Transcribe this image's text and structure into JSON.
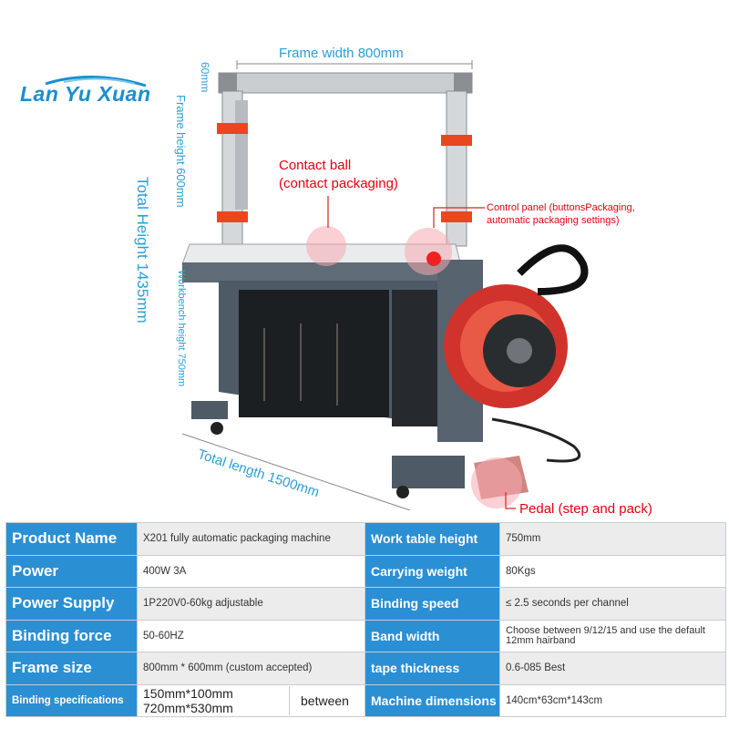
{
  "brand": {
    "logo_text": "Lan Yu Xuan"
  },
  "dimensions": {
    "frame_width": "Frame width 800mm",
    "top_60": "60mm",
    "frame_height": "Frame height 600mm",
    "total_height": "Total Height 1435mm",
    "workbench_height": "Workbench height 750mm",
    "total_length": "Total length 1500mm"
  },
  "callouts": {
    "contact_ball_1": "Contact ball",
    "contact_ball_2": "(contact packaging)",
    "control_panel_1": "Control panel (buttonsPackaging,",
    "control_panel_2": "automatic packaging settings)",
    "pedal": "Pedal (step and pack)"
  },
  "specs": {
    "rows": [
      {
        "k1": "Product Name",
        "v1": "X201 fully automatic packaging machine",
        "k2": "Work table height",
        "v2": "750mm"
      },
      {
        "k1": "Power",
        "v1": "400W 3A",
        "k2": "Carrying weight",
        "v2": "80Kgs"
      },
      {
        "k1": "Power Supply",
        "v1": "1P220V0-60kg adjustable",
        "k2": "Binding speed",
        "v2": "≤ 2.5 seconds per channel"
      },
      {
        "k1": "Binding force",
        "v1": "50-60HZ",
        "k2": "Band width",
        "v2": "Choose between 9/12/15 and use the default 12mm hairband"
      },
      {
        "k1": "Frame size",
        "v1": "800mm * 600mm (custom accepted)",
        "k2": "tape thickness",
        "v2": "0.6-085 Best"
      }
    ],
    "last": {
      "k1": "Binding specifications",
      "v1a": "150mm*100mm",
      "v1b": "720mm*530mm",
      "v1c": "between",
      "k2": "Machine dimensions",
      "v2": "140cm*63cm*143cm"
    }
  }
}
